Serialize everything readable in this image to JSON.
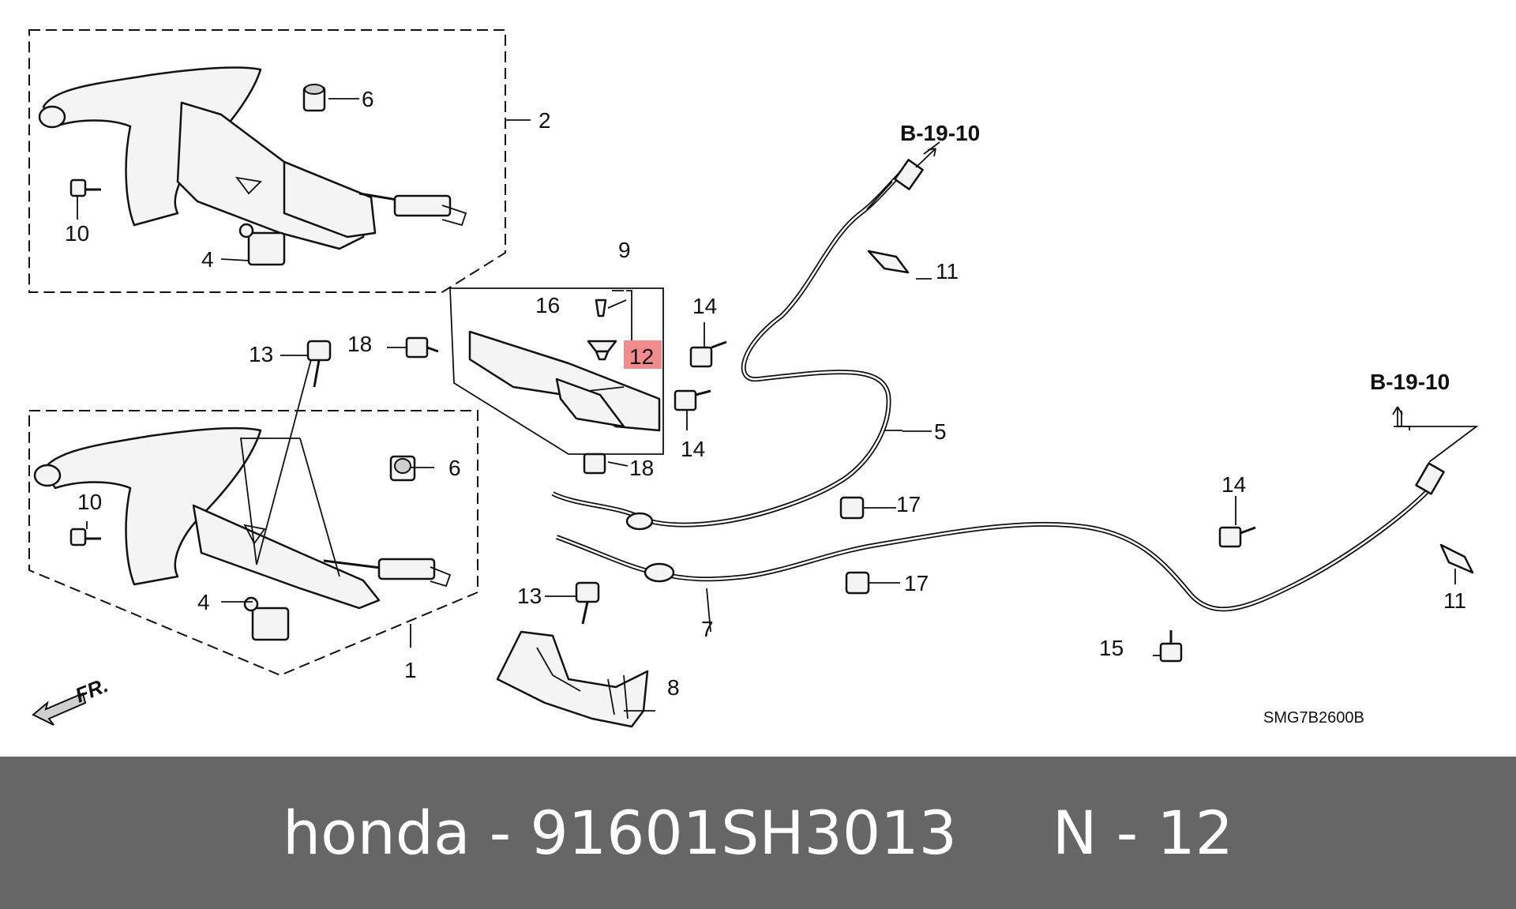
{
  "callouts": {
    "c1": "1",
    "c2": "2",
    "c4a": "4",
    "c4b": "4",
    "c5": "5",
    "c6a": "6",
    "c6b": "6",
    "c7": "7",
    "c8": "8",
    "c9": "9",
    "c10a": "10",
    "c10b": "10",
    "c11a": "11",
    "c11b": "11",
    "c12": "12",
    "c13a": "13",
    "c13b": "13",
    "c14a": "14",
    "c14b": "14",
    "c14c": "14",
    "c15": "15",
    "c16": "16",
    "c17a": "17",
    "c17b": "17",
    "c18a": "18",
    "c18b": "18"
  },
  "references": {
    "ref_a": "B-19-10",
    "ref_b": "B-19-10"
  },
  "front_arrow_label": "FR.",
  "diagram_code": "SMG7B2600B",
  "highlight": {
    "part": "12",
    "color": "#f28b8b"
  },
  "footer": {
    "text": "honda - 91601SH3013     N - 12",
    "background": "#666666",
    "color": "#ffffff"
  }
}
